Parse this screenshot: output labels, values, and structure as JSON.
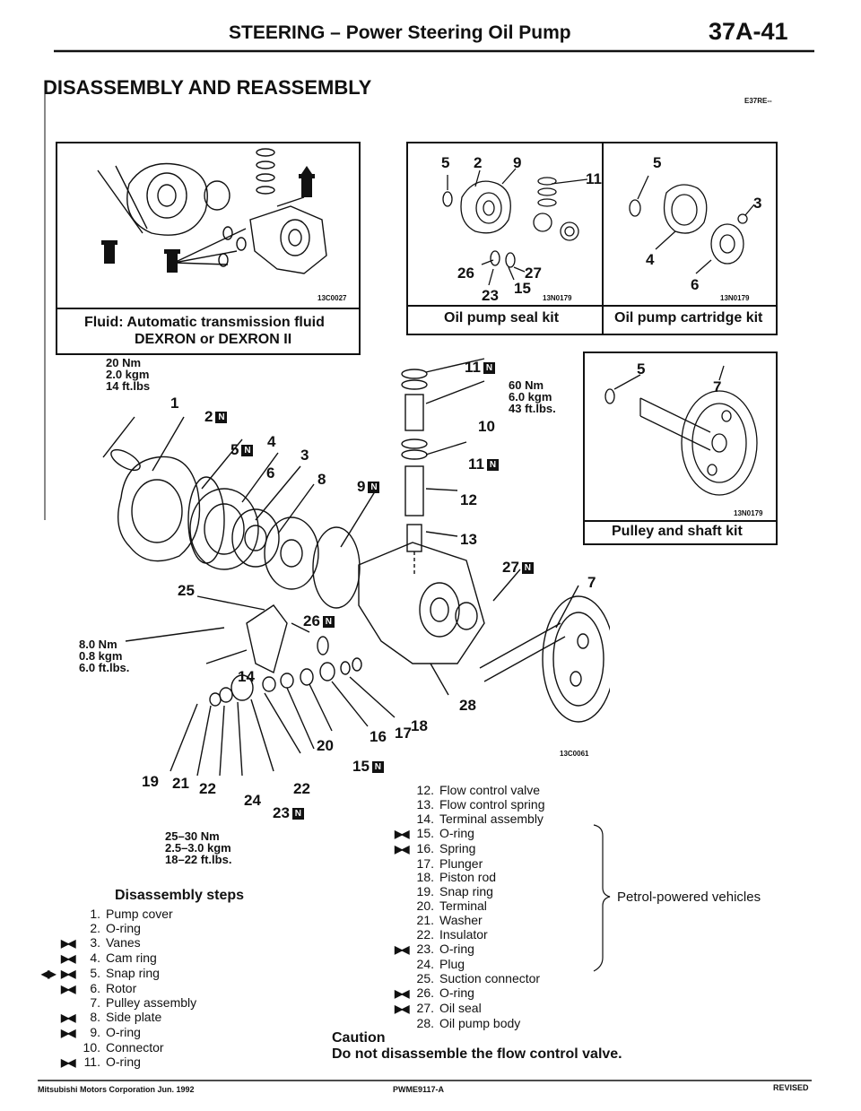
{
  "header": {
    "title": "STEERING – Power Steering Oil Pump",
    "page_number": "37A-41"
  },
  "section": {
    "title": "DISASSEMBLY AND REASSEMBLY",
    "code": "E37RE--"
  },
  "figure_fluid": {
    "image_code": "13C0027",
    "caption_line1": "Fluid:  Automatic transmission fluid",
    "caption_line2": "DEXRON or DEXRON II"
  },
  "figure_seal_kit": {
    "labels": [
      "5",
      "2",
      "9",
      "11",
      "26",
      "27",
      "23",
      "15"
    ],
    "image_code": "13N0179",
    "caption": "Oil pump seal kit"
  },
  "figure_cartridge_kit": {
    "labels": [
      "5",
      "3",
      "4",
      "6"
    ],
    "image_code": "13N0179",
    "caption": "Oil pump cartridge kit"
  },
  "figure_pulley_kit": {
    "labels": [
      "5",
      "7"
    ],
    "image_code": "13N0179",
    "caption": "Pulley and shaft kit"
  },
  "main_figure": {
    "image_code": "13C0061",
    "torque_top": [
      "20 Nm",
      "2.0 kgm",
      "14 ft.lbs"
    ],
    "torque_right": [
      "60 Nm",
      "6.0 kgm",
      "43 ft.lbs."
    ],
    "torque_left": [
      "8.0 Nm",
      "0.8 kgm",
      "6.0 ft.lbs."
    ],
    "torque_bottom": [
      "25–30 Nm",
      "2.5–3.0 kgm",
      "18–22 ft.lbs."
    ],
    "badge": "N",
    "labels": {
      "l1": "1",
      "l2": "2",
      "l3": "3",
      "l4": "4",
      "l5": "5",
      "l6": "6",
      "l7": "7",
      "l8": "8",
      "l9": "9",
      "l10": "10",
      "l11a": "11",
      "l11b": "11",
      "l12": "12",
      "l13": "13",
      "l14": "14",
      "l15": "15",
      "l16": "16",
      "l17": "17",
      "l18": "18",
      "l19": "19",
      "l20": "20",
      "l21": "21",
      "l22a": "22",
      "l22b": "22",
      "l23": "23",
      "l24": "24",
      "l25": "25",
      "l26": "26",
      "l27": "27",
      "l28": "28"
    }
  },
  "disassembly_steps": {
    "title": "Disassembly steps",
    "items": [
      {
        "n": "1.",
        "text": "Pump cover",
        "mark": "",
        "extra": ""
      },
      {
        "n": "2.",
        "text": "O-ring",
        "mark": "",
        "extra": ""
      },
      {
        "n": "3.",
        "text": "Vanes",
        "mark": "▶◀",
        "extra": ""
      },
      {
        "n": "4.",
        "text": "Cam ring",
        "mark": "▶◀",
        "extra": ""
      },
      {
        "n": "5.",
        "text": "Snap ring",
        "mark": "▶◀",
        "extra": "◀▶"
      },
      {
        "n": "6.",
        "text": "Rotor",
        "mark": "▶◀",
        "extra": ""
      },
      {
        "n": "7.",
        "text": "Pulley assembly",
        "mark": "",
        "extra": ""
      },
      {
        "n": "8.",
        "text": "Side plate",
        "mark": "▶◀",
        "extra": ""
      },
      {
        "n": "9.",
        "text": "O-ring",
        "mark": "▶◀",
        "extra": ""
      },
      {
        "n": "10.",
        "text": "Connector",
        "mark": "",
        "extra": ""
      },
      {
        "n": "11.",
        "text": "O-ring",
        "mark": "▶◀",
        "extra": ""
      }
    ]
  },
  "parts_right": {
    "items": [
      {
        "n": "12.",
        "text": "Flow control valve",
        "mark": ""
      },
      {
        "n": "13.",
        "text": "Flow control spring",
        "mark": ""
      },
      {
        "n": "14.",
        "text": "Terminal assembly",
        "mark": ""
      },
      {
        "n": "15.",
        "text": "O-ring",
        "mark": "▶◀"
      },
      {
        "n": "16.",
        "text": "Spring",
        "mark": "▶◀"
      },
      {
        "n": "17.",
        "text": "Plunger",
        "mark": ""
      },
      {
        "n": "18.",
        "text": "Piston rod",
        "mark": ""
      },
      {
        "n": "19.",
        "text": "Snap ring",
        "mark": ""
      },
      {
        "n": "20.",
        "text": "Terminal",
        "mark": ""
      },
      {
        "n": "21.",
        "text": "Washer",
        "mark": ""
      },
      {
        "n": "22.",
        "text": "Insulator",
        "mark": ""
      },
      {
        "n": "23.",
        "text": "O-ring",
        "mark": "▶◀"
      },
      {
        "n": "24.",
        "text": "Plug",
        "mark": ""
      },
      {
        "n": "25.",
        "text": "Suction connector",
        "mark": ""
      },
      {
        "n": "26.",
        "text": "O-ring",
        "mark": "▶◀"
      },
      {
        "n": "27.",
        "text": "Oil seal",
        "mark": "▶◀"
      },
      {
        "n": "28.",
        "text": "Oil pump body",
        "mark": ""
      }
    ],
    "bracket_note": "Petrol-powered vehicles"
  },
  "caution": {
    "title": "Caution",
    "text": "Do not disassemble the flow control valve."
  },
  "footer": {
    "left": "Mitsubishi Motors Corporation   Jun. 1992",
    "center": "PWME9117-A",
    "right": "REVISED"
  }
}
